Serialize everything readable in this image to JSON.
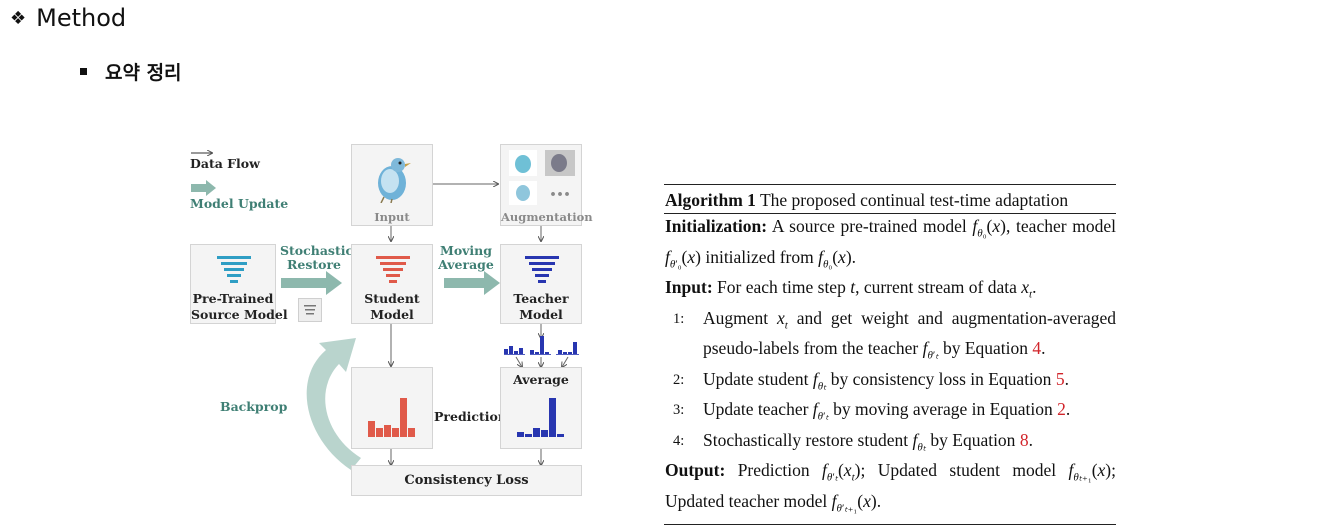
{
  "header": {
    "title": "Method",
    "subtitle": "요약 정리"
  },
  "diagram": {
    "legend_data_flow": "Data Flow",
    "legend_model_update": "Model Update",
    "input_label": "Input",
    "augmentation_label": "Augmentation",
    "augmentation_more": "•••",
    "pretrained_line1": "Pre-Trained",
    "pretrained_line2": "Source Model",
    "stochastic_line1": "Stochastic",
    "stochastic_line2": "Restore",
    "student_line1": "Student",
    "student_line2": "Model",
    "moving_line1": "Moving",
    "moving_line2": "Average",
    "teacher_line1": "Teacher",
    "teacher_line2": "Model",
    "average_label": "Average",
    "prediction_label": "Prediction",
    "backprop_label": "Backprop",
    "consistency_label": "Consistency Loss",
    "colors": {
      "blue_model": "#2f9ec4",
      "red_model": "#e05a4a",
      "navy_model": "#2836b0",
      "green_arrow": "#8db8ad"
    }
  },
  "algorithm": {
    "title_bold": "Algorithm 1",
    "title_rest": " The proposed continual test-time adaptation",
    "init_label": "Initialization:",
    "init_text_1": " A source pre-trained model ",
    "init_text_2": ", teacher model ",
    "init_text_3": " initialized from ",
    "init_text_4": ".",
    "input_label": "Input:",
    "input_text_1": " For each time step ",
    "input_text_2": ", current stream of data ",
    "input_text_3": ".",
    "steps": [
      {
        "num": "1:",
        "a": "Augment ",
        "b": " and get weight and augmentation-averaged pseudo-labels from the teacher ",
        "c": " by Equation ",
        "ref": "4",
        "d": "."
      },
      {
        "num": "2:",
        "a": "Update student ",
        "c": " by consistency loss in Equation ",
        "ref": "5",
        "d": "."
      },
      {
        "num": "3:",
        "a": "Update teacher ",
        "c": " by moving average in Equation ",
        "ref": "2",
        "d": "."
      },
      {
        "num": "4:",
        "a": "Stochastically restore student ",
        "c": " by Equation ",
        "ref": "8",
        "d": "."
      }
    ],
    "output_label": "Output:",
    "output_text_1": " Prediction ",
    "output_text_2": "; Updated student model ",
    "output_text_3": "; Updated teacher model ",
    "output_text_4": "."
  }
}
